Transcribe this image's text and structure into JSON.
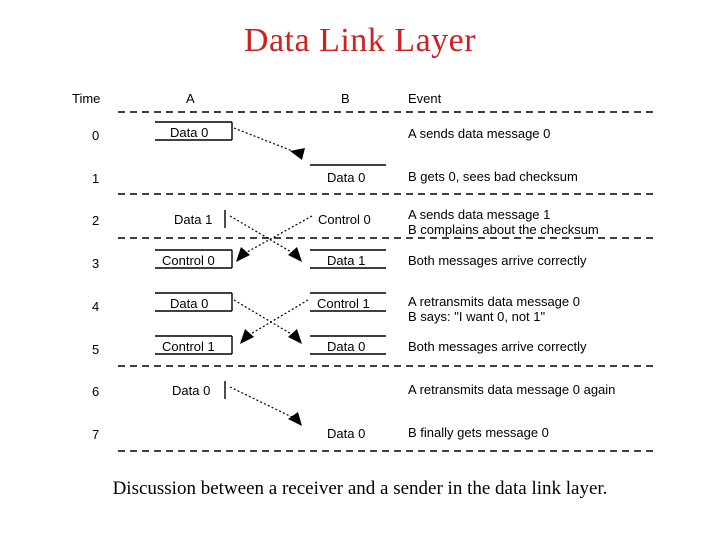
{
  "title": "Data Link Layer",
  "caption": "Discussion between a receiver and a sender in the data link layer.",
  "colors": {
    "title": "#cc2222",
    "text": "#000000",
    "background": "#ffffff",
    "line": "#000000"
  },
  "headers": {
    "time": "Time",
    "a": "A",
    "b": "B",
    "event": "Event"
  },
  "rows": [
    {
      "time": "0",
      "a": "Data 0",
      "b": "",
      "event": [
        "A sends data message 0"
      ],
      "a_box": "right-bracket",
      "b_box": "none"
    },
    {
      "time": "1",
      "a": "",
      "b": "Data 0",
      "event": [
        "B gets 0, sees bad checksum"
      ],
      "a_box": "none",
      "b_box": "top"
    },
    {
      "time": "2",
      "a": "Data 1",
      "b": "Control 0",
      "event": [
        "A sends data message 1",
        "B complains about the checksum"
      ],
      "a_box": "tick",
      "b_box": "none"
    },
    {
      "time": "3",
      "a": "Control 0",
      "b": "Data 1",
      "event": [
        "Both messages arrive correctly"
      ],
      "a_box": "right-bracket",
      "b_box": "top-bottom"
    },
    {
      "time": "4",
      "a": "Data 0",
      "b": "Control 1",
      "event": [
        "A retransmits data message 0",
        "B says: \"I want 0, not 1\""
      ],
      "a_box": "right-bracket",
      "b_box": "top-bottom"
    },
    {
      "time": "5",
      "a": "Control 1",
      "b": "Data 0",
      "event": [
        "Both messages arrive correctly"
      ],
      "a_box": "right-bracket",
      "b_box": "top-bottom"
    },
    {
      "time": "6",
      "a": "Data 0",
      "b": "",
      "event": [
        "A retransmits data message 0 again"
      ],
      "a_box": "tick",
      "b_box": "none"
    },
    {
      "time": "7",
      "a": "",
      "b": "Data 0",
      "event": [
        "B finally gets message 0"
      ],
      "a_box": "none",
      "b_box": "none"
    }
  ],
  "separators_after_time": [
    "header",
    "1",
    "2",
    "5",
    "7"
  ],
  "messages": [
    {
      "from": "A",
      "to": "B",
      "from_time": "0",
      "to_time": "1",
      "label": "Data 0"
    },
    {
      "from": "A",
      "to": "B",
      "from_time": "2",
      "to_time": "3",
      "label": "Data 1"
    },
    {
      "from": "B",
      "to": "A",
      "from_time": "2",
      "to_time": "3",
      "label": "Control 0"
    },
    {
      "from": "A",
      "to": "B",
      "from_time": "4",
      "to_time": "5",
      "label": "Data 0"
    },
    {
      "from": "B",
      "to": "A",
      "from_time": "4",
      "to_time": "5",
      "label": "Control 1"
    },
    {
      "from": "A",
      "to": "B",
      "from_time": "6",
      "to_time": "7",
      "label": "Data 0"
    }
  ]
}
